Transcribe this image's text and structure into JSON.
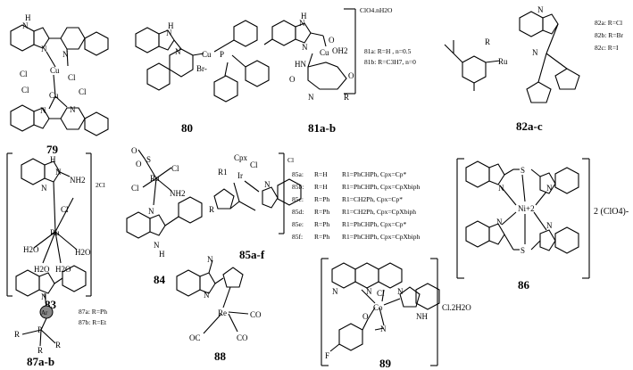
{
  "compounds": [
    {
      "id": "79"
    },
    {
      "id": "80"
    },
    {
      "id": "81a-b",
      "counterion": "ClO4.nH2O",
      "variants": [
        "81a: R=H , n=0.5",
        "81b: R=C3H7, n=0"
      ]
    },
    {
      "id": "82a-c",
      "variants": [
        "82a: R=Cl",
        "82b: R=Br",
        "82c: R=I"
      ]
    },
    {
      "id": "83",
      "counterion": "2Cl"
    },
    {
      "id": "84"
    },
    {
      "id": "85a-f",
      "counterion": "Cl",
      "variants": [
        {
          "code": "85a:",
          "r": "R=H",
          "r1": "R1=PhCHPh, Cpx=Cp*"
        },
        {
          "code": "85b:",
          "r": "R=H",
          "r1": "R1=PhCHPh, Cpx=CpXbiph"
        },
        {
          "code": "85c:",
          "r": "R=Ph",
          "r1": "R1=CH2Ph, Cpx=Cp*"
        },
        {
          "code": "85d:",
          "r": "R=Ph",
          "r1": "R1=CH2Ph, Cpx=CpXbiph"
        },
        {
          "code": "85e:",
          "r": "R=Ph",
          "r1": "R1=PhCHPh, Cpx=Cp*"
        },
        {
          "code": "85f:",
          "r": "R=Ph",
          "r1": "R1=PhCHPh, Cpx=CpXbiph"
        }
      ]
    },
    {
      "id": "86",
      "counterion": "2 (ClO4)-"
    },
    {
      "id": "87a-b",
      "variants": [
        "87a: R=Ph",
        "87b: R=Et"
      ]
    },
    {
      "id": "88"
    },
    {
      "id": "89",
      "counterion": "Cl.2H2O"
    }
  ],
  "atom_labels": {
    "N": "N",
    "Cl": "Cl",
    "Cu": "Cu",
    "Br": "Br-",
    "P": "P",
    "H": "H",
    "OH2": "OH2",
    "O": "O",
    "R": "R",
    "Ru": "Ru",
    "NH2": "NH2",
    "H2O": "H2O",
    "S": "S",
    "Ir": "Ir",
    "Cp": "Cpx",
    "Ni": "Ni+2",
    "Ar": "Ar",
    "Re": "Re",
    "CO": "CO",
    "OC": "OC",
    "Co": "Co",
    "F": "F",
    "NH": "NH",
    "HN": "HN",
    "R1": "R1"
  }
}
